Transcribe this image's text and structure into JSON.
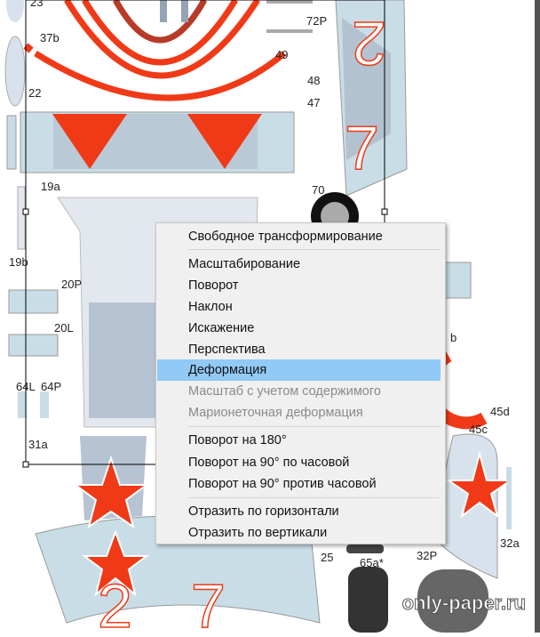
{
  "canvas": {
    "part_labels": [
      "23",
      "37b",
      "22",
      "72P",
      "49",
      "48",
      "47",
      "19a",
      "70",
      "19b",
      "20P",
      "20L",
      "64L",
      "64P",
      "31a",
      "45d",
      "45c",
      "32a",
      "32P",
      "25",
      "65a*",
      "b"
    ],
    "watermark": "only-paper.ru",
    "colors": {
      "red": "#f03a17",
      "light_blue": "#c9dde6",
      "gray_blue": "#a9b6c6",
      "strip": "#535353"
    }
  },
  "context_menu": {
    "highlight_color": "#91c9f7",
    "groups": [
      [
        {
          "label": "Свободное трансформирование",
          "enabled": true
        }
      ],
      [
        {
          "label": "Масштабирование",
          "enabled": true
        },
        {
          "label": "Поворот",
          "enabled": true
        },
        {
          "label": "Наклон",
          "enabled": true
        },
        {
          "label": "Искажение",
          "enabled": true
        },
        {
          "label": "Перспектива",
          "enabled": true
        },
        {
          "label": "Деформация",
          "enabled": true,
          "highlighted": true
        },
        {
          "label": "Масштаб с учетом содержимого",
          "enabled": false
        },
        {
          "label": "Марионеточная деформация",
          "enabled": false
        }
      ],
      [
        {
          "label": "Поворот на 180°",
          "enabled": true
        },
        {
          "label": "Поворот на 90° по часовой",
          "enabled": true
        },
        {
          "label": "Поворот на 90° против часовой",
          "enabled": true
        }
      ],
      [
        {
          "label": "Отразить по горизонтали",
          "enabled": true
        },
        {
          "label": "Отразить по вертикали",
          "enabled": true
        }
      ]
    ]
  }
}
